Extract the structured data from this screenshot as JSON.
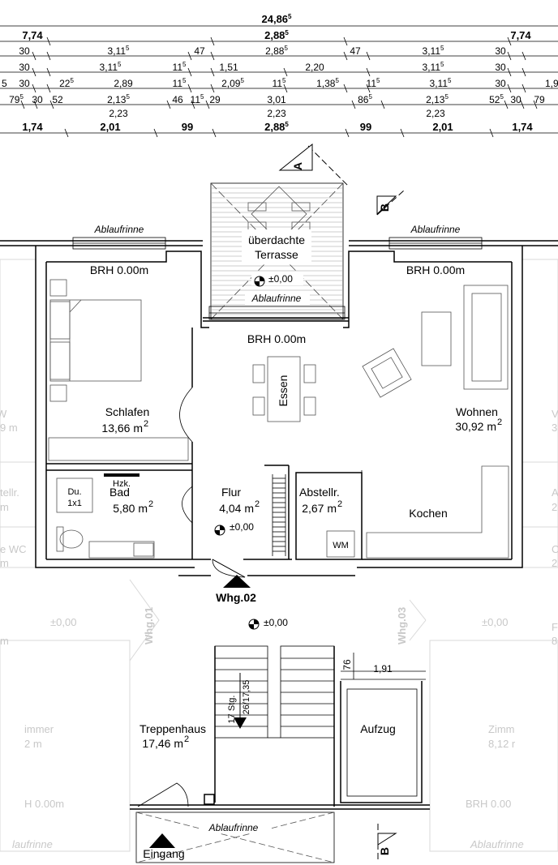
{
  "dimensions": {
    "total": {
      "text": "24,86",
      "sup": "5"
    },
    "row1": [
      {
        "t": "7,74",
        "s": ""
      },
      {
        "t": "2,88",
        "s": "5"
      },
      {
        "t": "7,74",
        "s": ""
      }
    ],
    "row2": [
      {
        "t": "30",
        "s": ""
      },
      {
        "t": "3,11",
        "s": "5"
      },
      {
        "t": "47",
        "s": ""
      },
      {
        "t": "2,88",
        "s": "5"
      },
      {
        "t": "47",
        "s": ""
      },
      {
        "t": "3,11",
        "s": "5"
      },
      {
        "t": "30",
        "s": ""
      }
    ],
    "row3": [
      {
        "t": "30",
        "s": ""
      },
      {
        "t": "3,11",
        "s": "5"
      },
      {
        "t": "11",
        "s": "5"
      },
      {
        "t": "1,51",
        "s": ""
      },
      {
        "t": "2,20",
        "s": ""
      },
      {
        "t": "3,11",
        "s": "5"
      },
      {
        "t": "30",
        "s": ""
      }
    ],
    "row4": [
      {
        "t": "5",
        "s": ""
      },
      {
        "t": "30",
        "s": ""
      },
      {
        "t": "22",
        "s": "5"
      },
      {
        "t": "2,89",
        "s": ""
      },
      {
        "t": "11",
        "s": "5"
      },
      {
        "t": "2,09",
        "s": "5"
      },
      {
        "t": "11",
        "s": "5"
      },
      {
        "t": "1,38",
        "s": "5"
      },
      {
        "t": "11",
        "s": "5"
      },
      {
        "t": "3,11",
        "s": "5"
      },
      {
        "t": "30",
        "s": ""
      },
      {
        "t": "1,9",
        "s": ""
      }
    ],
    "row5": [
      {
        "t": "79",
        "s": "5"
      },
      {
        "t": "30",
        "s": ""
      },
      {
        "t": "52",
        "s": ""
      },
      {
        "t": "2,13",
        "s": "5"
      },
      {
        "t": "46",
        "s": ""
      },
      {
        "t": "11",
        "s": "5"
      },
      {
        "t": "29",
        "s": ""
      },
      {
        "t": "3,01",
        "s": ""
      },
      {
        "t": "86",
        "s": "5"
      },
      {
        "t": "2,13",
        "s": "5"
      },
      {
        "t": "52",
        "s": "5"
      },
      {
        "t": "30",
        "s": ""
      },
      {
        "t": "79",
        "s": ""
      }
    ],
    "row6": [
      {
        "t": "2,23",
        "s": ""
      },
      {
        "t": "2,23",
        "s": ""
      },
      {
        "t": "2,23",
        "s": ""
      }
    ],
    "row7": [
      {
        "t": "1,74",
        "s": ""
      },
      {
        "t": "2,01",
        "s": ""
      },
      {
        "t": "99",
        "s": ""
      },
      {
        "t": "2,88",
        "s": "5"
      },
      {
        "t": "99",
        "s": ""
      },
      {
        "t": "2,01",
        "s": ""
      },
      {
        "t": "1,74",
        "s": ""
      }
    ]
  },
  "sections": {
    "a": "A",
    "b": "B"
  },
  "labels": {
    "ablaufrinne": "Ablaufrinne",
    "brh": "BRH 0.00m",
    "terrace_1": "überdachte",
    "terrace_2": "Terrasse",
    "level_zero": "±0,00",
    "essen": "Essen",
    "hzk": "Hzk.",
    "du_1": "Du.",
    "du_2": "1x1",
    "wm": "WM",
    "unit": "Whg.02",
    "unit_left": "Whg.01",
    "unit_right": "Whg.03",
    "stairs_count": "17 Stg.",
    "stairs_dim": "26/17,35",
    "lift_dim_v": "76",
    "lift_dim_h": "1,91",
    "entrance": "Eingang"
  },
  "rooms": {
    "schlafen": {
      "name": "Schlafen",
      "area": "13,66 m",
      "unit": "2"
    },
    "wohnen": {
      "name": "Wohnen",
      "area": "30,92 m",
      "unit": "2"
    },
    "bad": {
      "name": "Bad",
      "area": "5,80 m",
      "unit": "2"
    },
    "flur": {
      "name": "Flur",
      "area": "4,04 m",
      "unit": "2"
    },
    "abstell": {
      "name": "Abstellr.",
      "area": "2,67 m",
      "unit": "2"
    },
    "kochen": {
      "name": "Kochen"
    },
    "treppenhaus": {
      "name": "Treppenhaus",
      "area": "17,46 m",
      "unit": "2"
    },
    "aufzug": {
      "name": "Aufzug"
    }
  },
  "ghost_labels": {
    "left_wohnen": "W",
    "left_area": "9 m",
    "left_abstell": "tellr.",
    "left_abstell_area": "m",
    "left_wc": "e WC",
    "left_wc_area": "m",
    "left_level": "±0,00",
    "left_m": "m",
    "left_zimmer": "immer",
    "left_zimmer_area": "2 m",
    "left_brh": "H 0.00m",
    "left_ablauf": "laufrinne",
    "right_w": "V",
    "right_3": "3",
    "right_a": "A",
    "right_2": "2",
    "right_c": "C",
    "right_2b": "2",
    "right_level": "±0,00",
    "right_f": "F",
    "right_8": "8",
    "right_zimm": "Zimm",
    "right_area": "8,12 r",
    "right_brh": "BRH 0.00",
    "right_ablauf": "Ablaufrinne"
  }
}
